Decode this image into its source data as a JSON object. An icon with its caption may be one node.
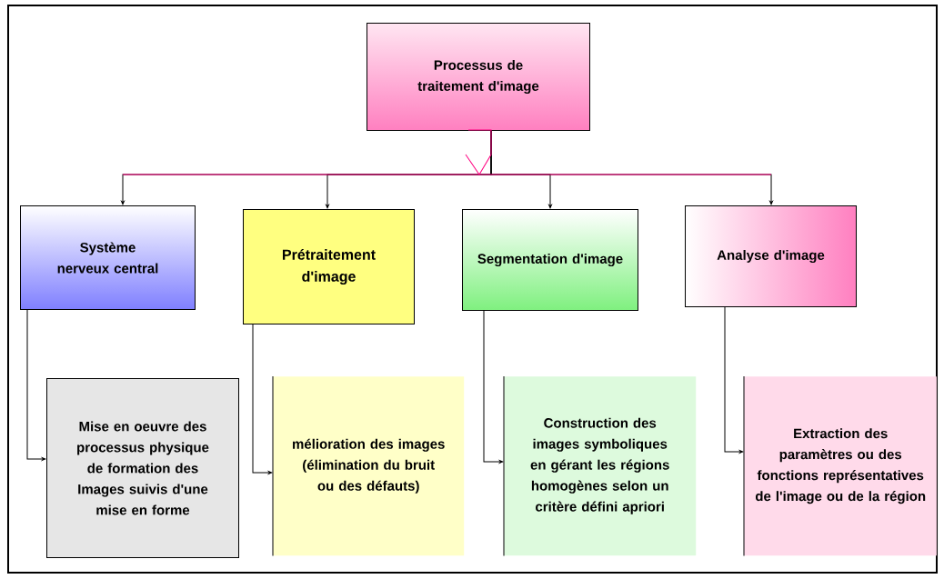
{
  "diagram": {
    "nodes": [
      {
        "text": [
          "Processus de traitement d'image"
        ]
      },
      {
        "text": [
          "Système nerveux central"
        ]
      },
      {
        "text": [
          "Prétraitement d'image"
        ]
      },
      {
        "text": [
          "Segmentation d'image"
        ]
      },
      {
        "text": [
          "Analyse d'image"
        ]
      },
      {
        "text": [
          "Mise en oeuvre des processus physique de formation des Images suivis d'une mise en forme"
        ]
      },
      {
        "text": [
          "mélioration des images (élimination du bruit ou des défauts)"
        ]
      },
      {
        "text": [
          "Construction des images symboliques en gérant les régions homogènes selon un critère défini apriori"
        ]
      },
      {
        "text": [
          "Extraction des paramètres ou des fonctions représentatives de l'image ou de la région"
        ]
      }
    ],
    "edges": [
      {
        "from": 0,
        "to": 1,
        "arrow": "to"
      },
      {
        "from": 0,
        "to": 2,
        "arrow": "to"
      },
      {
        "from": 0,
        "to": 3,
        "arrow": "to"
      },
      {
        "from": 0,
        "to": 4,
        "arrow": "to"
      },
      {
        "from": 1,
        "to": 5,
        "arrow": "to"
      },
      {
        "from": 2,
        "to": 6,
        "arrow": "to"
      },
      {
        "from": 3,
        "to": 7,
        "arrow": "to"
      },
      {
        "from": 4,
        "to": 8,
        "arrow": "to"
      }
    ]
  }
}
